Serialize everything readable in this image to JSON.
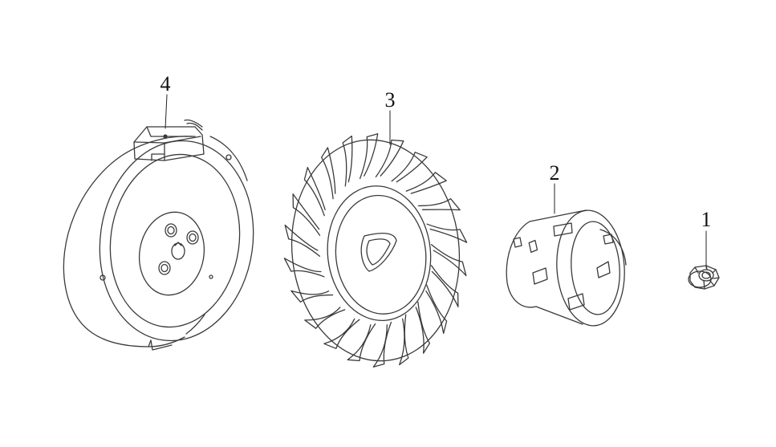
{
  "diagram": {
    "parts": [
      {
        "id": "1",
        "callout": "1",
        "icon": "flange-nut-icon"
      },
      {
        "id": "2",
        "callout": "2",
        "icon": "starter-cup-icon"
      },
      {
        "id": "3",
        "callout": "3",
        "icon": "cooling-fan-icon"
      },
      {
        "id": "4",
        "callout": "4",
        "icon": "flywheel-icon"
      }
    ]
  },
  "colors": {
    "line": "#3a3a3a",
    "background": "#ffffff"
  }
}
